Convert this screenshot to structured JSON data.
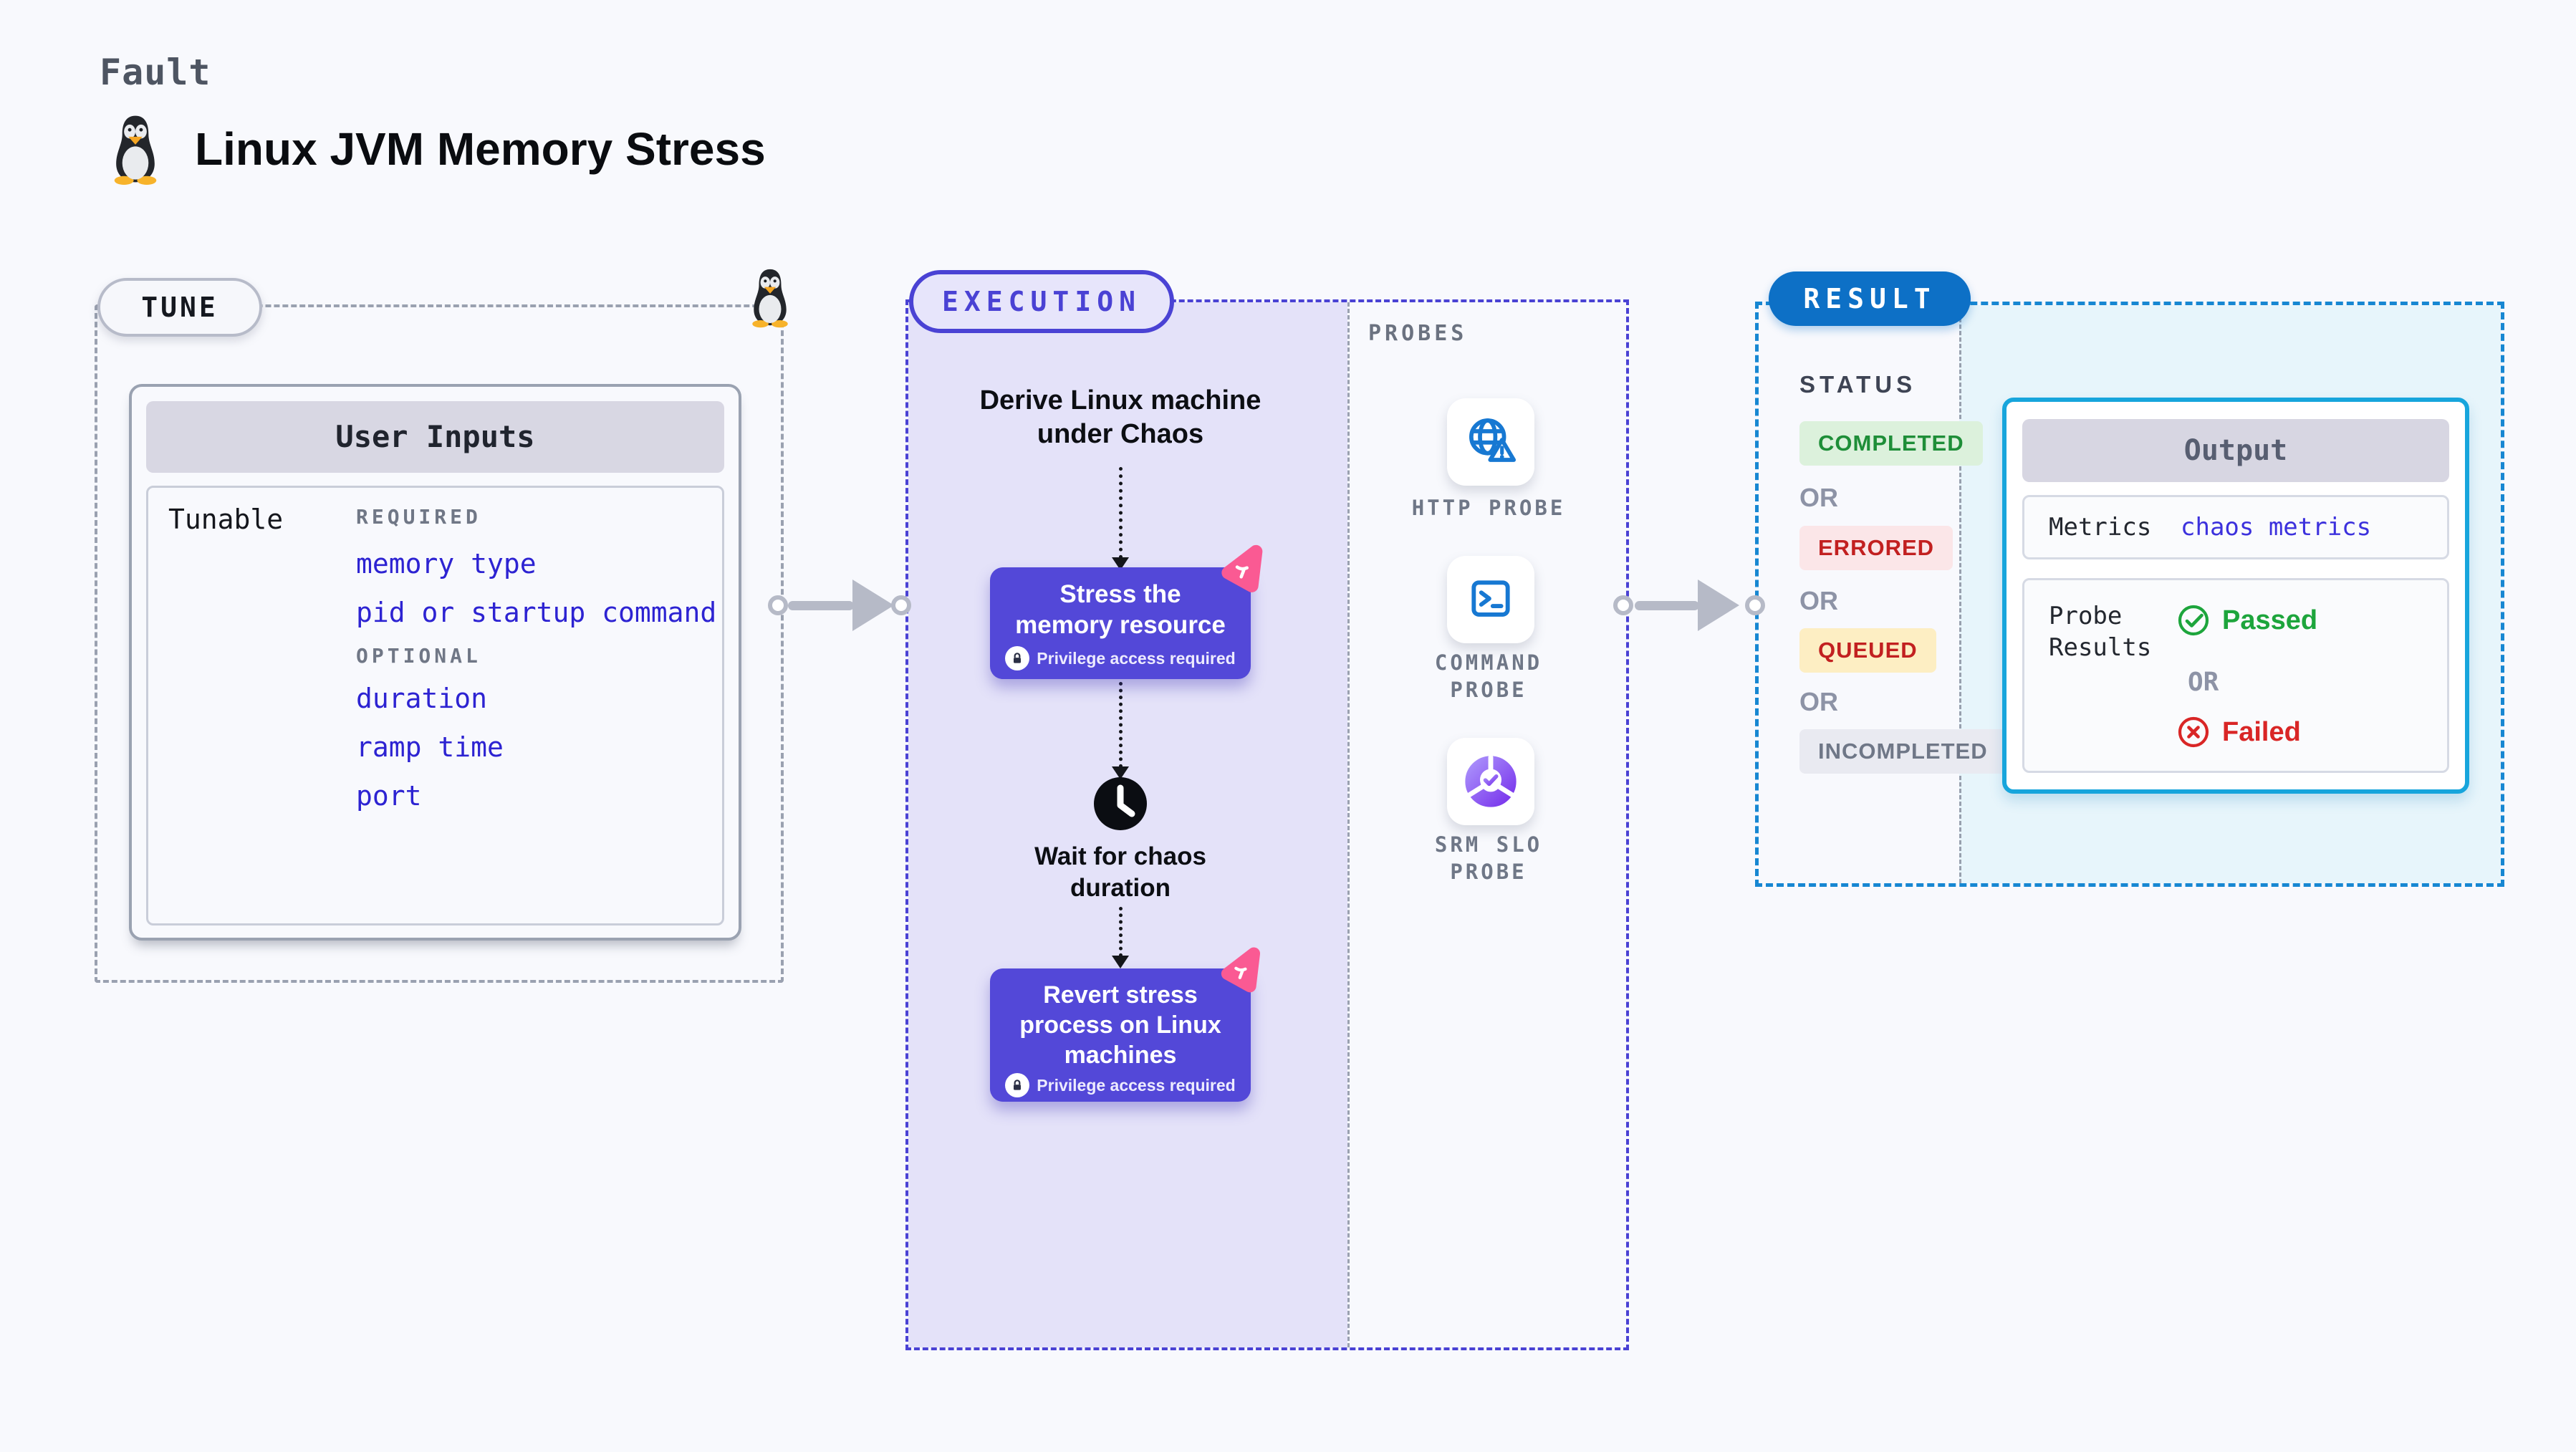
{
  "header": {
    "eyebrow": "Fault",
    "title": "Linux JVM Memory Stress",
    "title_icon": "tux-penguin-icon"
  },
  "tune": {
    "label": "TUNE",
    "corner_icon": "tux-penguin-icon",
    "user_inputs": {
      "title": "User Inputs",
      "row_label": "Tunable",
      "groups": [
        {
          "heading": "REQUIRED",
          "items": [
            "memory type",
            "pid or startup command"
          ]
        },
        {
          "heading": "OPTIONAL",
          "items": [
            "duration",
            "ramp time",
            "port"
          ]
        }
      ]
    }
  },
  "execution": {
    "label": "EXECUTION",
    "derive_lines": [
      "Derive Linux machine",
      "under Chaos"
    ],
    "stress_node": {
      "lines": [
        "Stress the",
        "memory resource"
      ],
      "privilege": "Privilege access required"
    },
    "wait_lines": [
      "Wait for chaos",
      "duration"
    ],
    "revert_node": {
      "lines": [
        "Revert stress",
        "process on Linux",
        "machines"
      ],
      "privilege": "Privilege access required"
    }
  },
  "probes": {
    "heading": "PROBES",
    "items": [
      {
        "icon": "globe-alert-icon",
        "label_lines": [
          "HTTP PROBE",
          ""
        ]
      },
      {
        "icon": "terminal-icon",
        "label_lines": [
          "COMMAND",
          "PROBE"
        ]
      },
      {
        "icon": "slo-gauge-icon",
        "label_lines": [
          "SRM SLO",
          "PROBE"
        ]
      }
    ]
  },
  "result": {
    "label": "RESULT",
    "status": {
      "heading": "STATUS",
      "separator": "OR",
      "badges": [
        {
          "label": "COMPLETED",
          "fg": "#1e8e38",
          "bg": "#dcf1dc"
        },
        {
          "label": "ERRORED",
          "fg": "#c22020",
          "bg": "#fbe6e8"
        },
        {
          "label": "QUEUED",
          "fg": "#c22020",
          "bg": "#fdeec3"
        },
        {
          "label": "INCOMPLETED",
          "fg": "#6f7787",
          "bg": "#e9eaf1"
        }
      ]
    },
    "output": {
      "title": "Output",
      "metrics_label": "Metrics",
      "metrics_value": "chaos metrics",
      "probe_results_lines": [
        "Probe",
        "Results"
      ],
      "passed": "Passed",
      "separator": "OR",
      "failed": "Failed"
    }
  },
  "colors": {
    "execution_accent": "#4a42d4",
    "result_accent": "#0d70c6",
    "output_border": "#17a5dc",
    "node_purple": "#5348d8",
    "probe_icon_blue": "#1778d2",
    "chaos_badge_pink": "#fa5a93",
    "passed_green": "#1da53c",
    "failed_red": "#d92626",
    "param_link_blue": "#2d23d2"
  }
}
